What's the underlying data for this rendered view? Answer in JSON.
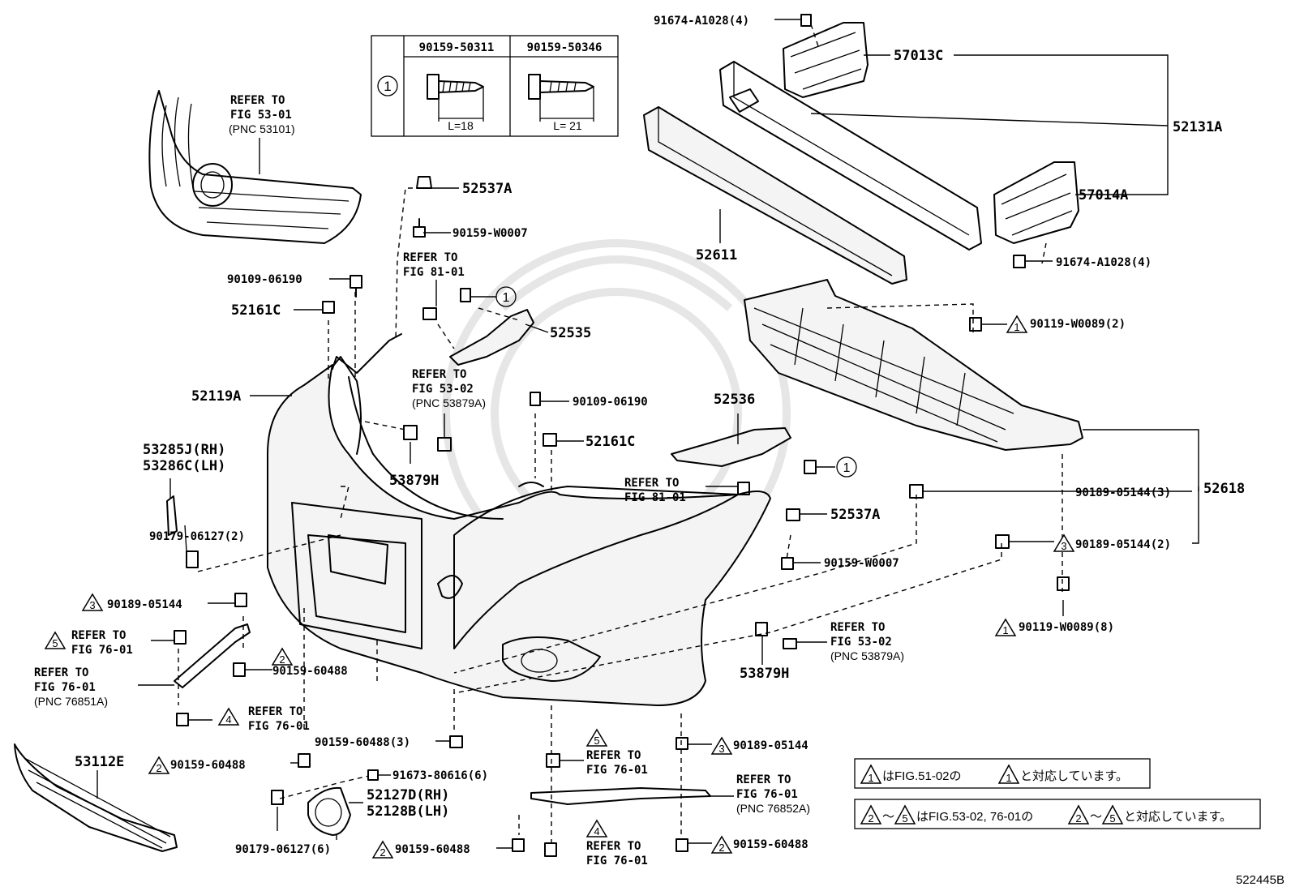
{
  "diagram_id": "522445B",
  "inset": {
    "marker": "1",
    "col1": {
      "part": "90159-50311",
      "length": "L=18"
    },
    "col2": {
      "part": "90159-50346",
      "length": "L= 21"
    }
  },
  "labels": {
    "refer_grille_1": "REFER TO",
    "refer_grille_2": "FIG 53-01",
    "refer_grille_3": "(PNC 53101)",
    "p_52537A_top": "52537A",
    "p_90159W0007_top": "90159-W0007",
    "refer_8101_a1": "REFER TO",
    "refer_8101_a2": "FIG 81-01",
    "p_90109_06190_a": "90109-06190",
    "p_52161C_a": "52161C",
    "p_52535": "52535",
    "refer_5302_a1": "REFER TO",
    "refer_5302_a2": "FIG 53-02",
    "refer_5302_a3": "(PNC 53879A)",
    "p_52119A": "52119A",
    "p_90109_06190_b": "90109-06190",
    "p_53285J": "53285J(RH)",
    "p_53286C": "53286C(LH)",
    "p_52161C_b": "52161C",
    "p_53879H_a": "53879H",
    "p_52536": "52536",
    "refer_8101_b1": "REFER TO",
    "refer_8101_b2": "FIG 81-01",
    "p_90179_06127_2": "90179-06127(2)",
    "p_52537A_b": "52537A",
    "p_90159W0007_b": "90159-W0007",
    "p_90189_05144_left": "90189-05144",
    "refer_7601_a1": "REFER TO",
    "refer_7601_a2": "FIG 76-01",
    "refer_7601_b1": "REFER TO",
    "refer_7601_b2": "FIG 76-01",
    "refer_7601_b3": "(PNC 76851A)",
    "p_90159_60488_a": "90159-60488",
    "refer_7601_c1": "REFER TO",
    "refer_7601_c2": "FIG 76-01",
    "p_90159_60488_3": "90159-60488(3)",
    "p_53112E": "53112E",
    "p_90159_60488_b": "90159-60488",
    "p_91673_80616": "91673-80616(6)",
    "p_52127D": "52127D(RH)",
    "p_52128B": "52128B(LH)",
    "p_90179_06127_6": "90179-06127(6)",
    "p_90159_60488_c": "90159-60488",
    "refer_7601_d1": "REFER TO",
    "refer_7601_d2": "FIG 76-01",
    "refer_7601_e1": "REFER TO",
    "refer_7601_e2": "FIG 76-01",
    "p_90189_05144_bot": "90189-05144",
    "refer_7601_f1": "REFER TO",
    "refer_7601_f2": "FIG 76-01",
    "refer_7601_f3": "(PNC 76852A)",
    "p_90159_60488_d": "90159-60488",
    "p_53879H_b": "53879H",
    "refer_5302_b1": "REFER TO",
    "refer_5302_b2": "FIG 53-02",
    "refer_5302_b3": "(PNC 53879A)",
    "p_91674_top": "91674-A1028(4)",
    "p_57013C": "57013C",
    "p_52131A": "52131A",
    "p_57014A": "57014A",
    "p_52611": "52611",
    "p_91674_bot": "91674-A1028(4)",
    "p_90119_W0089_2": "90119-W0089(2)",
    "p_90189_05144_3": "90189-05144(3)",
    "p_52618": "52618",
    "p_90189_05144_2": "90189-05144(2)",
    "p_90119_W0089_8": "90119-W0089(8)"
  },
  "triangles": {
    "t1": "1",
    "t2": "2",
    "t3": "3",
    "t4": "4",
    "t5": "5"
  },
  "notes": {
    "note1_mid": "はFIG.51-02の",
    "note1_end": "と対応しています。",
    "note2_sep": "〜",
    "note2_mid": "はFIG.53-02, 76-01の",
    "note2_end": "と対応しています。"
  }
}
